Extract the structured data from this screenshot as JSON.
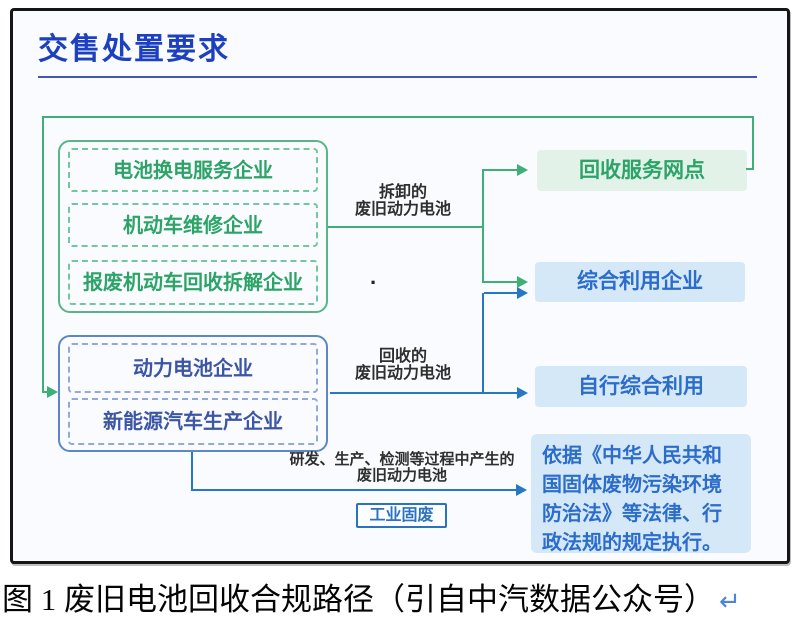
{
  "diagram": {
    "title": "交售处置要求",
    "green_group": {
      "items": [
        "电池换电服务企业",
        "机动车维修企业",
        "报废机动车回收拆解企业"
      ]
    },
    "blue_group": {
      "items": [
        "动力电池企业",
        "新能源汽车生产企业"
      ]
    },
    "targets": {
      "recycle_network": "回收服务网点",
      "comprehensive_company": "综合利用企业",
      "self_use": "自行综合利用",
      "legal_note": "依据《中华人民共和国固体废物污染环境防治法》等法律、行政法规的规定执行。"
    },
    "edge_labels": {
      "dismantled_line1": "拆卸的",
      "dismantled_line2": "废旧动力电池",
      "recycled_line1": "回收的",
      "recycled_line2": "废旧动力电池",
      "produced_line1": "研发、生产、检测等过程中产生的",
      "produced_line2": "废旧动力电池",
      "industrial_solid_waste": "工业固废",
      "stray_dot": "·"
    },
    "colors": {
      "title_blue": "#1d40c0",
      "underline_blue": "#4456b4",
      "green_line": "#3db077",
      "green_border": "#58b585",
      "green_dashed_border": "#73c79b",
      "green_text": "#2ca467",
      "green_box_bg": "#e3f2e9",
      "blue_border": "#5d87c5",
      "blue_dashed_border": "#95a9d8",
      "blue_group_text": "#3c55a4",
      "blue_line": "#2678c5",
      "blue_box_text": "#2c6dcb",
      "blue_box_bg": "#d5e8f8",
      "label_dark": "#2f2f2f",
      "frame_border": "#161616",
      "frame_bg": "#f9fbfe"
    }
  },
  "caption": {
    "text": "图 1 废旧电池回收合规路径（引自中汽数据公众号）",
    "return_mark": "↵"
  }
}
